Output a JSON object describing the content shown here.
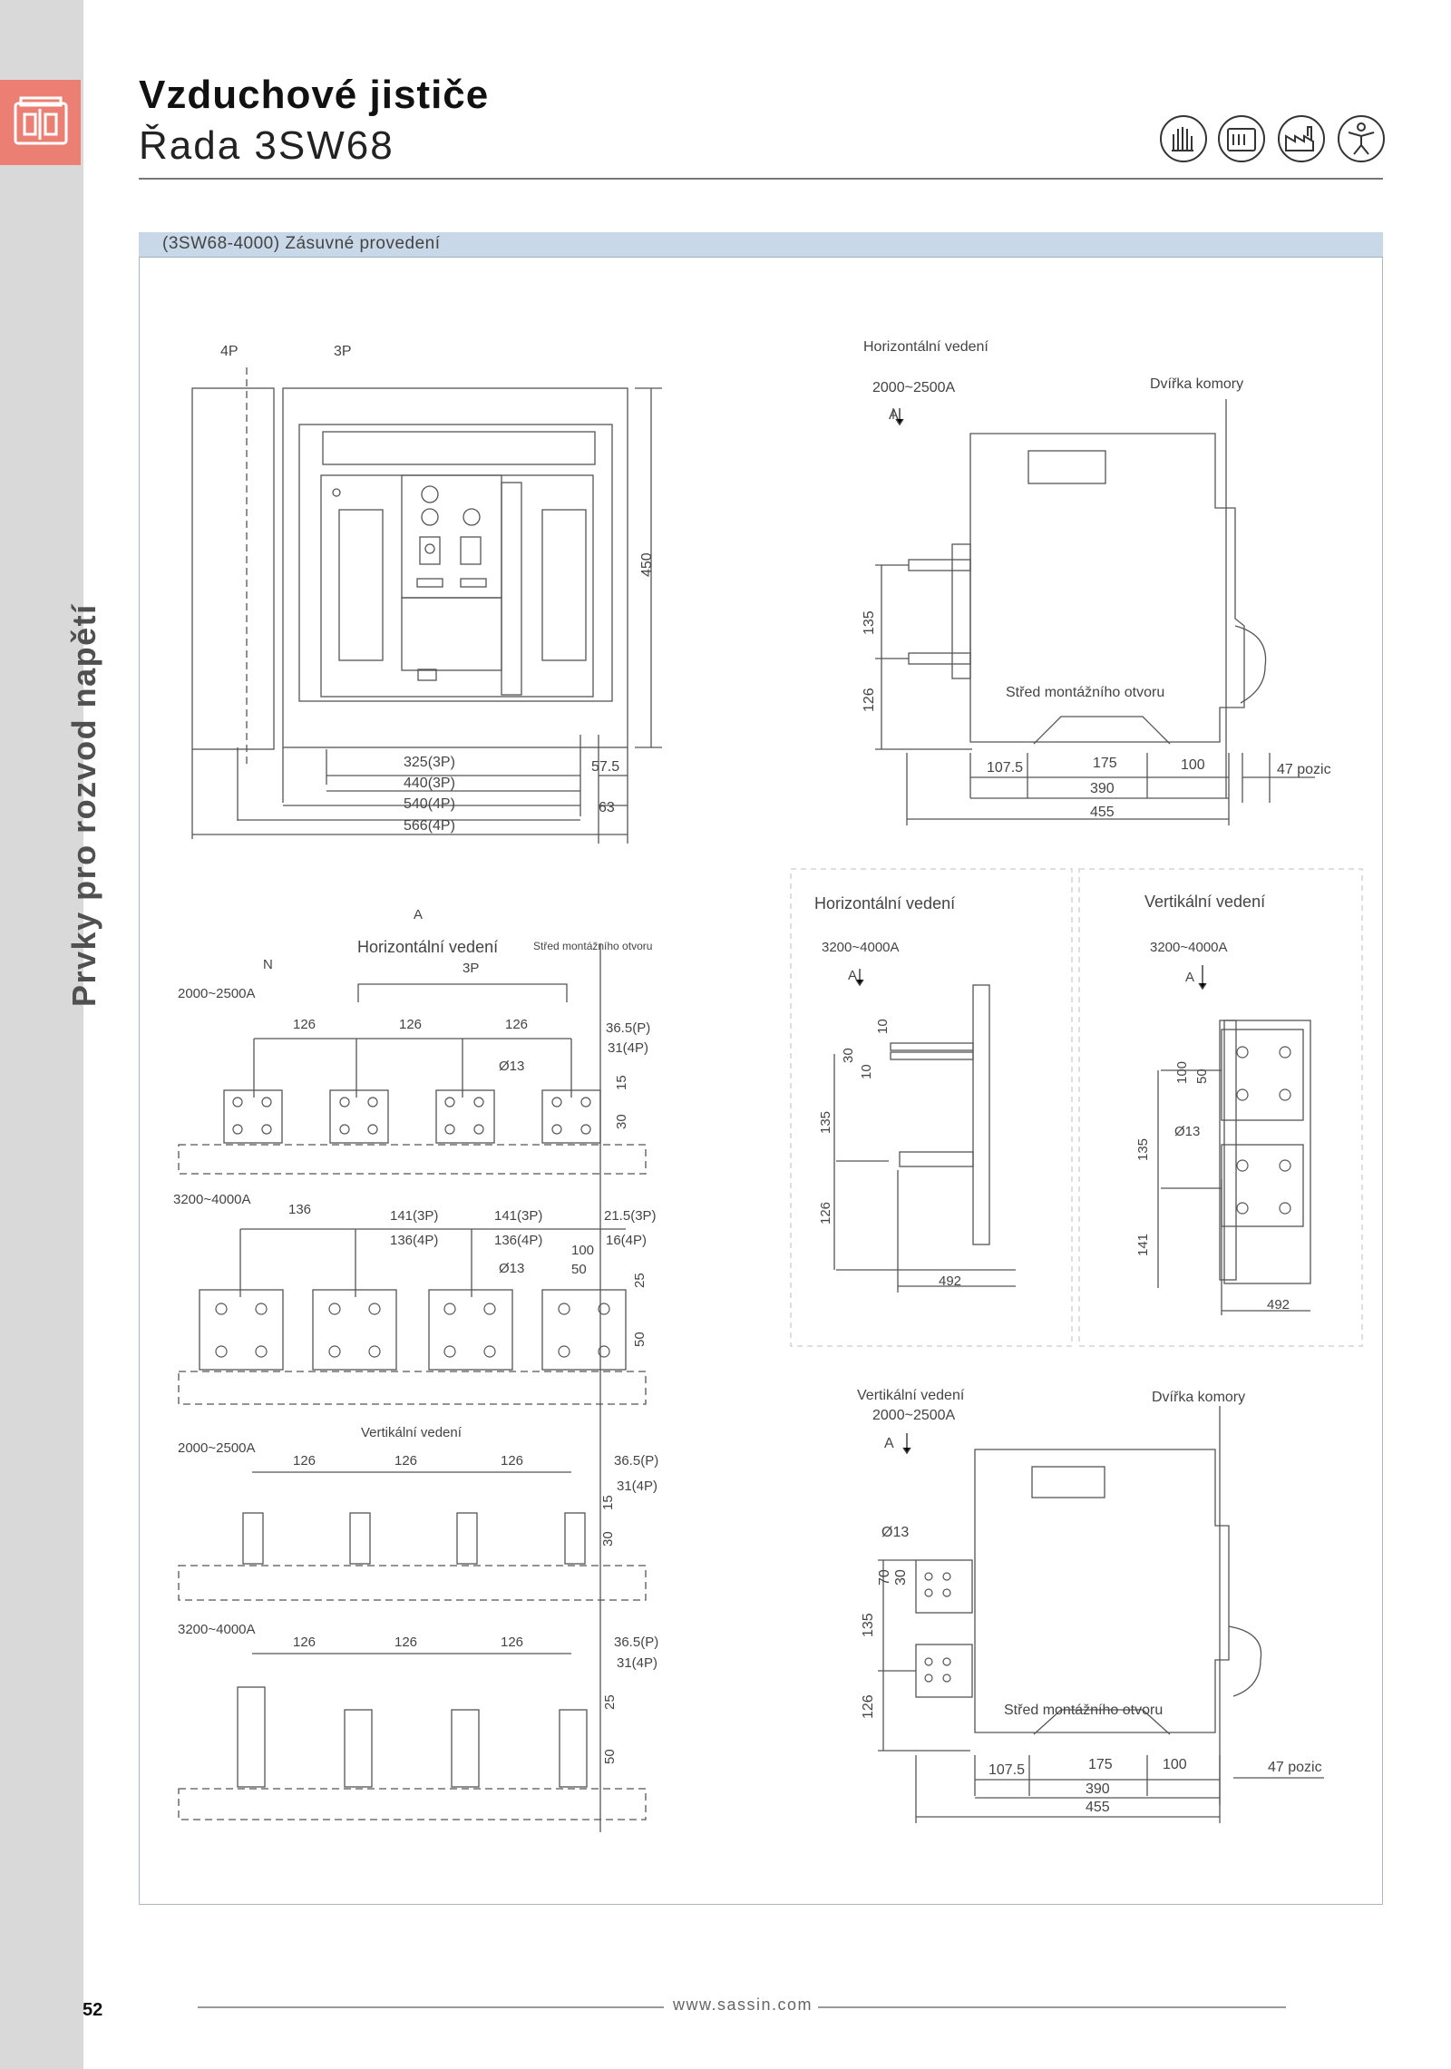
{
  "header": {
    "title": "Vzduchové jističe",
    "subtitle": "Řada 3SW68"
  },
  "sidebar": {
    "section": "Prvky pro rozvod napětí",
    "page_number": "52"
  },
  "cert_icons": [
    "hand-hazard-icon",
    "machine-icon",
    "factory-icon",
    "person-icon"
  ],
  "panel": {
    "caption": "(3SW68-4000) Zásuvné provedení"
  },
  "front_view": {
    "label_4p": "4P",
    "label_3p": "3P",
    "height": "450",
    "dims": [
      "325(3P)",
      "440(3P)",
      "540(4P)",
      "566(4P)",
      "57.5",
      "63"
    ]
  },
  "side_h": {
    "title": "Horizontální vedení",
    "range": "2000~2500A",
    "arrow": "A",
    "door": "Dvířka komory",
    "mount": "Střed montážního otvoru",
    "d135": "135",
    "d126": "126",
    "d1075": "107.5",
    "d175": "175",
    "d100": "100",
    "d390": "390",
    "d455": "455",
    "pos": "47 pozic"
  },
  "busbar": {
    "a": "A",
    "title": "Horizontální vedení",
    "mount": "Střed montážního otvoru",
    "n": "N",
    "p3": "3P",
    "r1": "2000~2500A",
    "r2": "3200~4000A",
    "r3": "2000~2500A",
    "r4": "3200~4000A",
    "vert": "Vertikální vedení",
    "d126": "126",
    "d365p": "36.5(P)",
    "d314p": "31(4P)",
    "d365pb": "36.5(P)",
    "d314pb": "31(4P)",
    "d13": "Ø13",
    "d15": "15",
    "d30": "30",
    "d136": "136",
    "d1413p": "141(3P)",
    "d1364p": "136(4P)",
    "d2153p": "21.5(3P)",
    "d164p": "16(4P)",
    "d100": "100",
    "d50": "50",
    "d25": "25"
  },
  "hz_detail": {
    "title": "Horizontální vedení",
    "range": "3200~4000A",
    "arrow": "A",
    "d10": "10",
    "d30": "30",
    "d135": "135",
    "d126": "126",
    "d492": "492"
  },
  "vt_detail": {
    "title": "Vertikální vedení",
    "range": "3200~4000A",
    "arrow": "A",
    "d100": "100",
    "d50": "50",
    "d13": "Ø13",
    "d135": "135",
    "d141": "141",
    "d492": "492"
  },
  "side_v": {
    "title": "Vertikální vedení",
    "range": "2000~2500A",
    "arrow": "A",
    "door": "Dvířka komory",
    "d13": "Ø13",
    "d70": "70",
    "d30": "30",
    "d135": "135",
    "d126": "126",
    "mount": "Střed montážního otvoru",
    "d1075": "107.5",
    "d175": "175",
    "d100": "100",
    "d390": "390",
    "d455": "455",
    "pos": "47 pozic"
  },
  "footer": {
    "url": "www.sassin.com"
  }
}
